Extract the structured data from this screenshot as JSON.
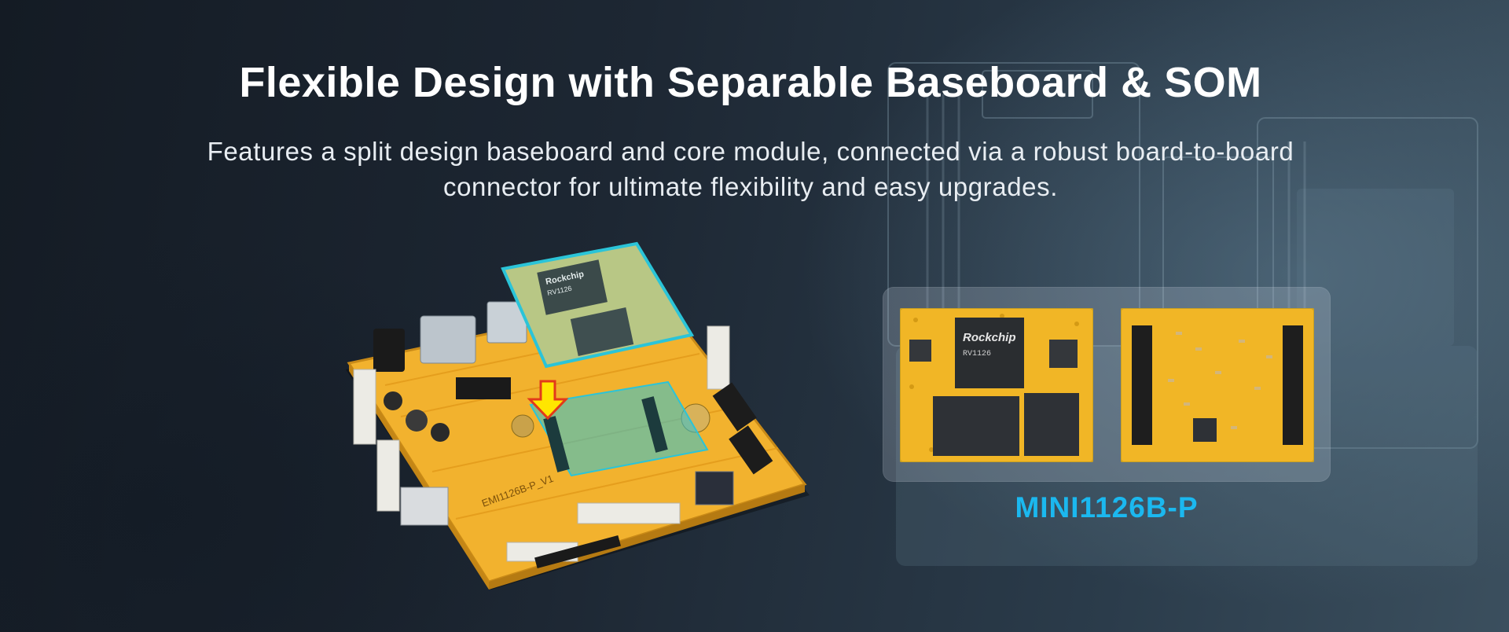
{
  "header": {
    "title": "Flexible Design with Separable Baseboard & SOM",
    "subtitle": "Features a split design baseboard and core module, connected via a robust board-to-board connector for ultimate flexibility and easy upgrades."
  },
  "board_image": {
    "chip_brand": "Rockchip",
    "chip_model": "RV1126",
    "board_silkscreen": "EMI1126B-P_V1",
    "arrow_icon": "down-arrow-icon",
    "arrow_color": "#ffe600"
  },
  "som_panel": {
    "chip_brand": "Rockchip",
    "chip_model": "RV1126",
    "product_name": "MINI1126B-P"
  },
  "colors": {
    "background": "#1c2530",
    "pcb": "#f2b22e",
    "highlight": "#2bc4d8",
    "accent": "#1bb8ef",
    "text": "#ffffff"
  }
}
